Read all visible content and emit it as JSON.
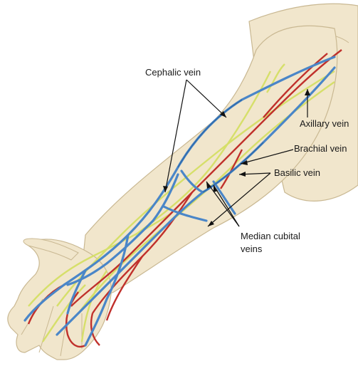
{
  "labels": {
    "cephalic": "Cephalic vein",
    "axillary": "Axillary vein",
    "brachial": "Brachial vein",
    "basilic": "Basilic vein",
    "median_cubital_line1": "Median cubital",
    "median_cubital_line2": "veins"
  },
  "colors": {
    "skin": "#f1e6cc",
    "skin_outline": "#c9b892",
    "vein": "#4a86c8",
    "vein_dark": "#2f6aa8",
    "artery": "#c0302b",
    "nerve": "#d6df6a",
    "leader": "#111111"
  }
}
